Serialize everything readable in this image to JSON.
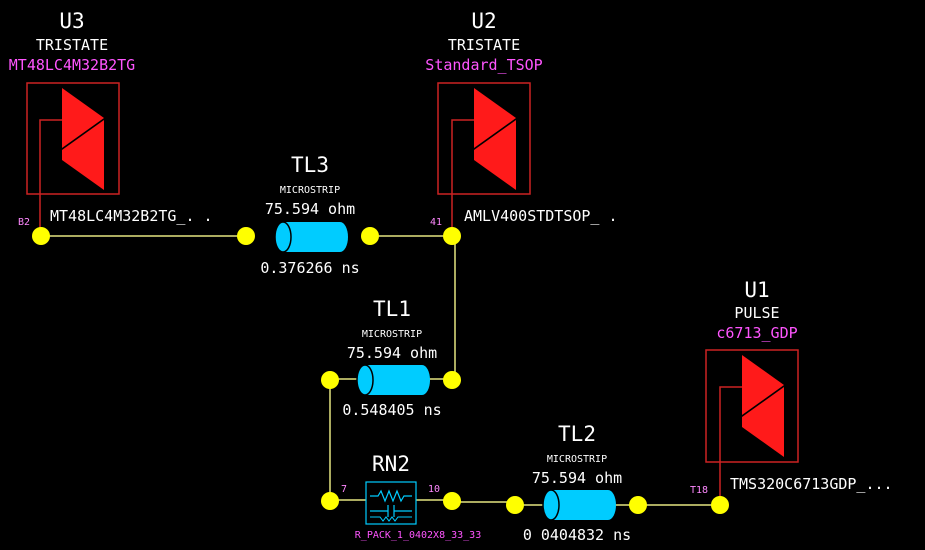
{
  "components": {
    "u3": {
      "ref": "U3",
      "type": "TRISTATE",
      "model": "MT48LC4M32B2TG",
      "pin": "B2",
      "pin_label": "MT48LC4M32B2TG_. ."
    },
    "u2": {
      "ref": "U2",
      "type": "TRISTATE",
      "model": "Standard_TSOP",
      "pin": "41",
      "pin_label": "AMLV400STDTSOP_ ."
    },
    "u1": {
      "ref": "U1",
      "type": "PULSE",
      "model": "c6713_GDP",
      "pin": "T18",
      "pin_label": "TMS320C6713GDP_..."
    }
  },
  "lines": {
    "tl3": {
      "ref": "TL3",
      "type": "MICROSTRIP",
      "impedance": "75.594 ohm",
      "delay": "0.376266 ns"
    },
    "tl1": {
      "ref": "TL1",
      "type": "MICROSTRIP",
      "impedance": "75.594 ohm",
      "delay": "0.548405 ns"
    },
    "tl2": {
      "ref": "TL2",
      "type": "MICROSTRIP",
      "impedance": "75.594 ohm",
      "delay": "0 0404832 ns"
    }
  },
  "resistor": {
    "ref": "RN2",
    "model": "R_PACK_1_0402X8_33_33",
    "pin_left": "7",
    "pin_right": "10"
  },
  "colors": {
    "wire": "#e6e680",
    "node": "#ffff00",
    "tline": "#00ccff",
    "component_box": "#cc2222",
    "triangle": "#ff1a1a",
    "background": "#000000"
  }
}
